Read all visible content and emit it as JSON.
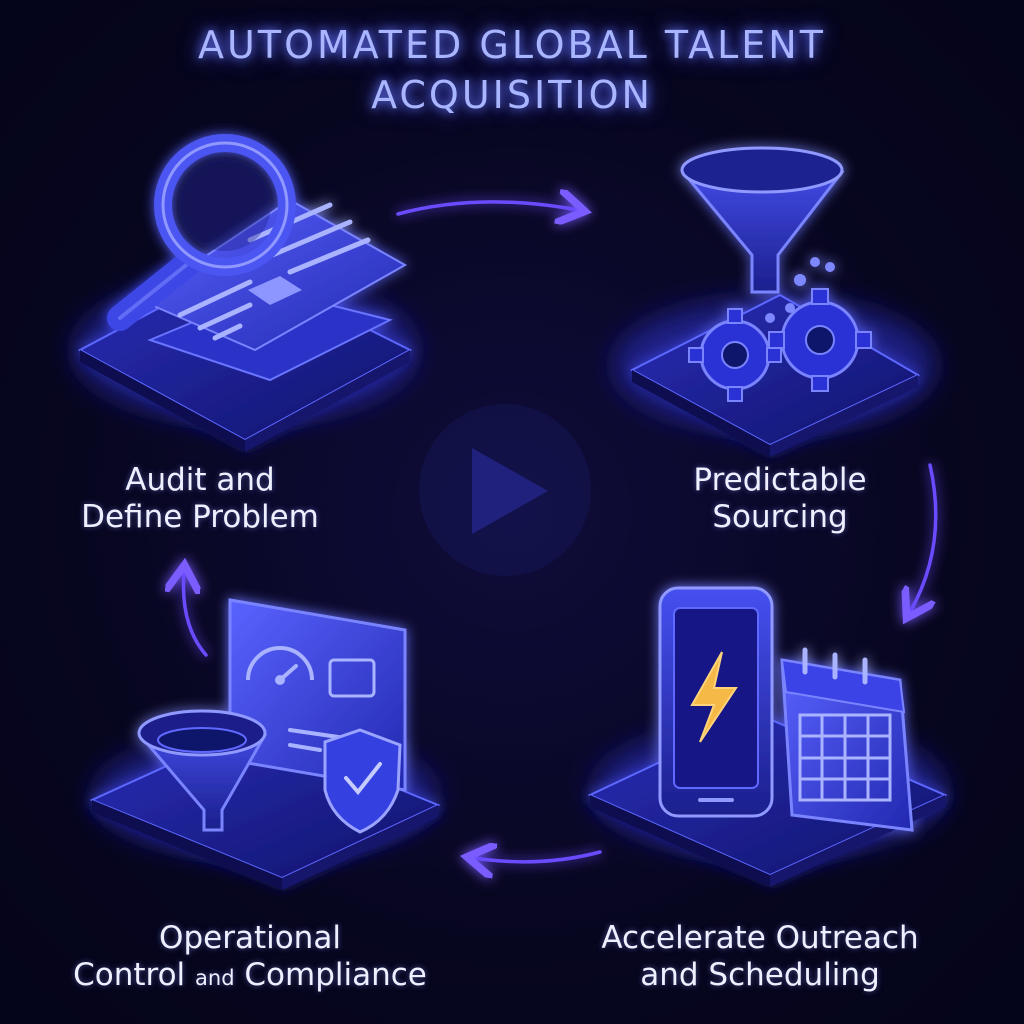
{
  "title": {
    "line1": "AUTOMATED GLOBAL TALENT",
    "line2": "ACQUISITION"
  },
  "steps": [
    {
      "line1": "Audit and",
      "line2": "Define Problem",
      "icon": "magnifier-document-icon"
    },
    {
      "line1": "Predictable",
      "line2": "Sourcing",
      "icon": "funnel-gears-icon"
    },
    {
      "line1": "Accelerate Outreach",
      "line2": "and Scheduling",
      "icon": "phone-calendar-icon"
    },
    {
      "line1": "Operational",
      "line2a": "Control",
      "line2b": "and",
      "line2c": "Compliance",
      "icon": "funnel-dashboard-shield-icon"
    }
  ],
  "center_icon": "play-icon",
  "colors": {
    "background": "#07061f",
    "accent": "#4f5cff",
    "glow": "#6f7dff",
    "arrow": "#6a4cff",
    "bolt": "#f5b946"
  }
}
